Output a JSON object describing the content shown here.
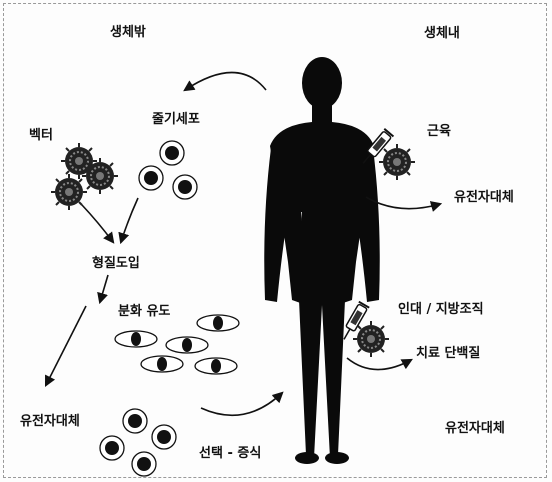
{
  "labels": {
    "outside_body": "생체밖",
    "inside_body": "생체내",
    "stem_cells": "줄기세포",
    "vector": "벡터",
    "transduction": "형질도입",
    "differentiation": "분화 유도",
    "gene_carrier_left": "유전자대체",
    "selection": "선택 - 증식",
    "muscle": "근육",
    "gene_carrier_muscle": "유전자대체",
    "ligament_fat": "인대 / 지방조직",
    "therapeutic_protein": "치료 단백질",
    "gene_carrier_bottom": "유전자대체"
  },
  "colors": {
    "ink": "#111111",
    "body": "#0a0a0a",
    "cell_fill": "#ffffff"
  },
  "icons": [
    "syringe-icon",
    "virus-icon",
    "stem-cell-icon",
    "differentiated-cell-icon"
  ]
}
